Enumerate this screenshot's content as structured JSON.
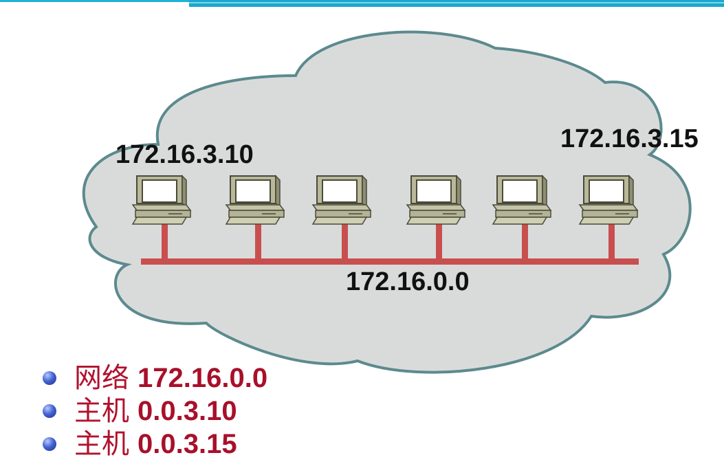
{
  "diagram": {
    "hosts": [
      {
        "name": "pc-1",
        "label": "172.16.3.10"
      },
      {
        "name": "pc-2",
        "label": ""
      },
      {
        "name": "pc-3",
        "label": ""
      },
      {
        "name": "pc-4",
        "label": ""
      },
      {
        "name": "pc-5",
        "label": ""
      },
      {
        "name": "pc-6",
        "label": "172.16.3.15"
      }
    ],
    "network_label": "172.16.0.0",
    "colors": {
      "cloud_fill": "#d9dbdb",
      "cloud_stroke": "#5c8a8e",
      "bus": "#c94f4f",
      "accent": "#1aa8cc"
    }
  },
  "bullets": [
    {
      "label": "网络",
      "value": "172.16.0.0"
    },
    {
      "label": "主机",
      "value": "0.0.3.10"
    },
    {
      "label": "主机",
      "value": "0.0.3.15"
    }
  ]
}
